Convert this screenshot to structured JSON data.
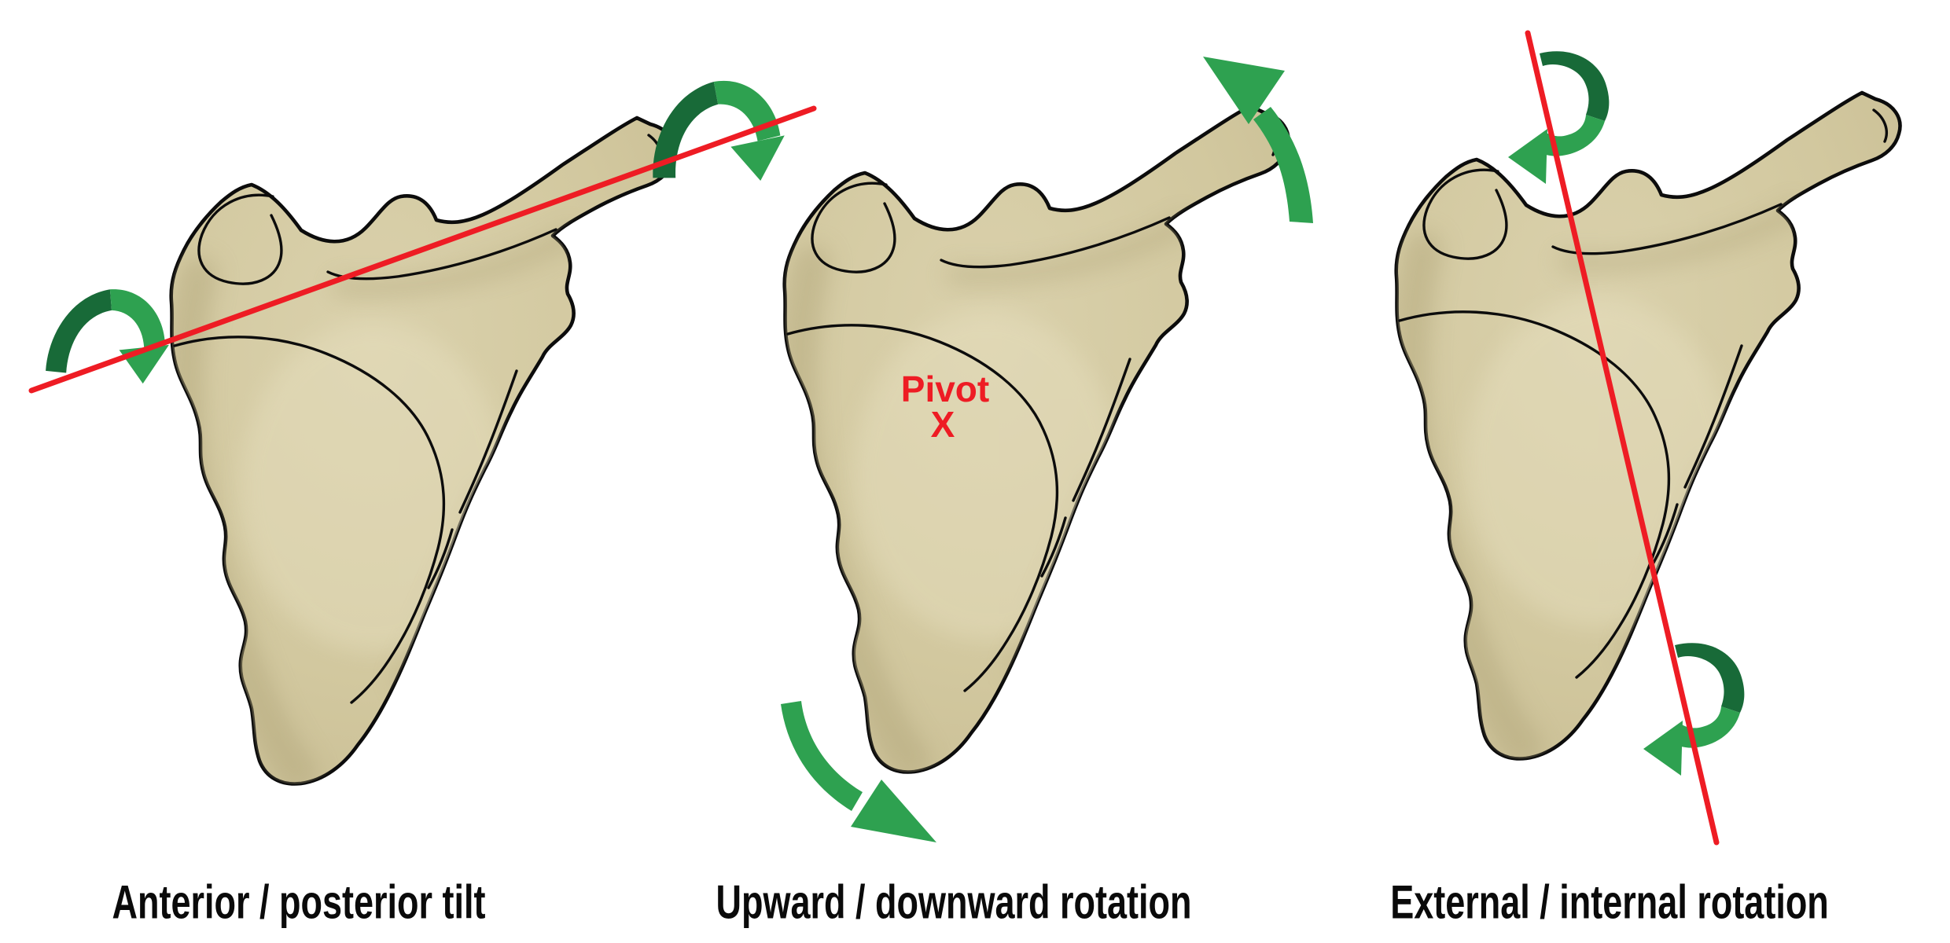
{
  "captions": {
    "panel1": "Anterior / posterior tilt",
    "panel2": "Upward / downward rotation",
    "panel3": "External / internal rotation"
  },
  "pivot": {
    "label": "Pivot",
    "marker": "X"
  },
  "icons": {
    "panel1_axis": "tilt-axis-red-line",
    "panel1_arrows": "arch-rotation-arrow-icon",
    "panel2_arrows": "curved-swing-arrow-icon",
    "panel3_axis": "vertical-axis-red-line",
    "panel3_arrows": "spin-rotation-arrow-icon",
    "bone": "scapula-illustration"
  },
  "colors": {
    "bone_fill": "#d2c89f",
    "bone_outline": "#0c0c0c",
    "axis_red": "#ee1c24",
    "arrow_green": "#2ea150",
    "arrow_dark_green": "#186a38",
    "caption_text": "#0a0a0a",
    "background": "#ffffff"
  }
}
